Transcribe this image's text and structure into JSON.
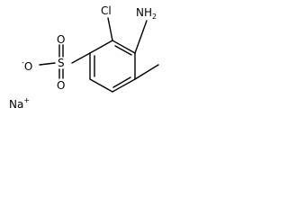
{
  "molecule": {
    "substituents": {
      "chloro": "Cl",
      "amino_main": "NH",
      "amino_subscript": "2",
      "sulfur": "S",
      "oxygen_top": "O",
      "oxygen_left": "O",
      "oxygen_bottom": "O",
      "oxygen_charge": "-"
    },
    "counterion": {
      "symbol": "Na",
      "charge": "+"
    }
  }
}
